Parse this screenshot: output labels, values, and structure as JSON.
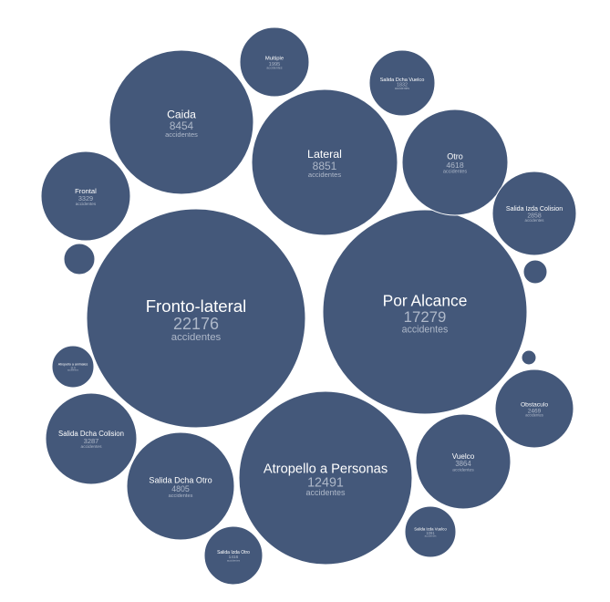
{
  "chart_data": {
    "type": "bubble",
    "unit_label": "accidentes",
    "color": "#44587a",
    "items": [
      {
        "name": "Fronto-lateral",
        "value": 22176
      },
      {
        "name": "Por Alcance",
        "value": 17279
      },
      {
        "name": "Atropello a Personas",
        "value": 12491
      },
      {
        "name": "Lateral",
        "value": 8851
      },
      {
        "name": "Caida",
        "value": 8454
      },
      {
        "name": "Salida Dcha Otro",
        "value": 4805
      },
      {
        "name": "Otro",
        "value": 4618
      },
      {
        "name": "Vuelco",
        "value": 3864
      },
      {
        "name": "Frontal",
        "value": 3329
      },
      {
        "name": "Salida Dcha Colision",
        "value": 3287
      },
      {
        "name": "Salida Izda Colision",
        "value": 2858
      },
      {
        "name": "Obstaculo",
        "value": 2469
      },
      {
        "name": "Salida Izda Otro",
        "value": 1416
      },
      {
        "name": "Multiple",
        "value": 1995
      },
      {
        "name": "Salida Dcha Vuelco",
        "value": 1832
      },
      {
        "name": "Salida Izda Vuelco",
        "value": 1091
      },
      {
        "name": "Atropello a animales",
        "value": 110
      }
    ]
  }
}
